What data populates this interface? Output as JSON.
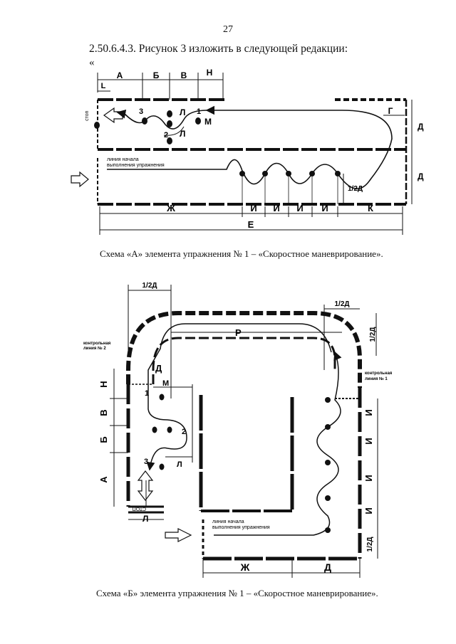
{
  "page": {
    "number": "27",
    "heading": "2.50.6.4.3. Рисунок 3 изложить в следующей редакции:",
    "open_quote": "«"
  },
  "scheme_a": {
    "caption": "Схема «А» элемента упражнения № 1 – «Скоростное маневрирование».",
    "dim_top": [
      "А",
      "Б",
      "В",
      "Н"
    ],
    "dim_l": "L",
    "dim_g": "Г",
    "dim_d_upper": "Д",
    "dim_d_lower": "Д",
    "dim_half_d": "1/2Д",
    "dim_m": "М",
    "dim_l_small_1": "Л",
    "dim_l_small_2": "Л",
    "gate_numbers": [
      "1",
      "2",
      "3"
    ],
    "stop_label": "стоп",
    "start_line_label_1": "линия начала",
    "start_line_label_2": "выполнения упражнения",
    "bottom_dims": [
      "Ж",
      "И",
      "И",
      "И",
      "И",
      "К"
    ],
    "total_dim": "Е"
  },
  "scheme_b": {
    "caption": "Схема «Б» элемента упражнения № 1 – «Скоростное маневрирование».",
    "dim_half_d_left": "1/2Д",
    "dim_half_d_right": "1/2Д",
    "dim_half_d_side": "1/2Д",
    "dim_half_d_bottom": "1/2Д",
    "dim_p": "Р",
    "dim_d_inner": "Д",
    "dim_m": "М",
    "control_line_2_a": "контрольная",
    "control_line_2_b": "линия № 2",
    "control_line_1_a": "контрольная",
    "control_line_1_b": "линия № 1",
    "left_dims": [
      "Н",
      "В",
      "Б",
      "А"
    ],
    "right_dims": [
      "И",
      "И",
      "И",
      "И"
    ],
    "gate_numbers": [
      "1",
      "2",
      "3"
    ],
    "dim_l_small": "Л",
    "dim_l_bottom": "Л",
    "stop_label": "СТОП",
    "start_line_label_1": "линия начала",
    "start_line_label_2": "выполнения упражнения",
    "bottom_dims": [
      "Ж",
      "Д"
    ]
  }
}
